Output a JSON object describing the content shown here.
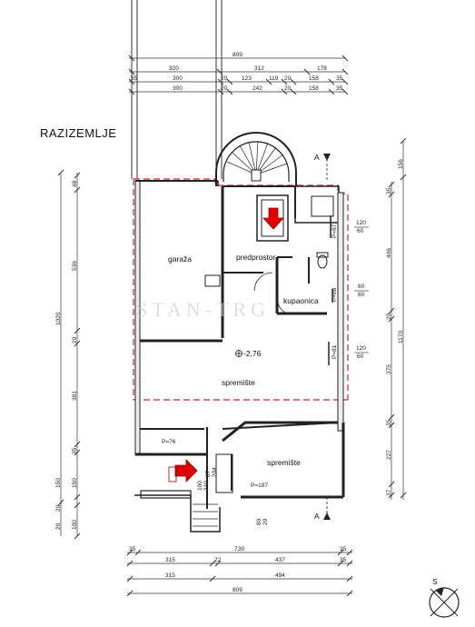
{
  "plan": {
    "title": "RAZIZEMLJE",
    "watermark": "STAN-TRG",
    "rooms": {
      "garage": "garaža",
      "hall": "predprostor",
      "bathroom": "kupaonica",
      "storage_main": "spremište",
      "storage_small": "spremište"
    },
    "level_mark": "-2,76",
    "section_marks": {
      "top": "A",
      "bottom": "A"
    },
    "compass_letter": "S",
    "colors": {
      "accent": "#e00000",
      "wall": "#222222",
      "section_line": "#cc2233"
    },
    "top_dims": {
      "row1": [
        "809"
      ],
      "row2": [
        "320",
        "312",
        "178"
      ],
      "row3": [
        "35",
        "300",
        "20",
        "123",
        "119",
        "20",
        "158",
        "35"
      ],
      "row4": [
        "300",
        "20",
        "242",
        "20",
        "158",
        "35"
      ]
    },
    "bottom_dims": {
      "row1": [
        "35",
        "739",
        "35"
      ],
      "row2": [
        "315",
        "22",
        "437",
        "35"
      ],
      "row3": [
        "315",
        "494"
      ],
      "row4": [
        "809"
      ]
    },
    "left_dims": {
      "outer": "1020",
      "inner": [
        "48",
        "536",
        "20",
        "381",
        "35",
        "150",
        "20",
        "100"
      ],
      "inner_extra": "20"
    },
    "right_dims": {
      "outer": "1170",
      "overall_top": "156",
      "inner": [
        "35",
        "446",
        "20",
        "375",
        "35",
        "227",
        "37"
      ]
    },
    "window_labels": {
      "w1": [
        "120",
        "60"
      ],
      "w2": [
        "60",
        "60"
      ],
      "w3": [
        "120",
        "60"
      ]
    },
    "parapets": {
      "p1": "P=76",
      "p2": "P=87",
      "p3": "P=81",
      "p4": "P=88",
      "p5": "P=187"
    },
    "door_labels": {
      "d1a": "87",
      "d1b": "204",
      "d2a": "100",
      "d2b": "210",
      "d3a": "80",
      "d3b": "20"
    }
  }
}
